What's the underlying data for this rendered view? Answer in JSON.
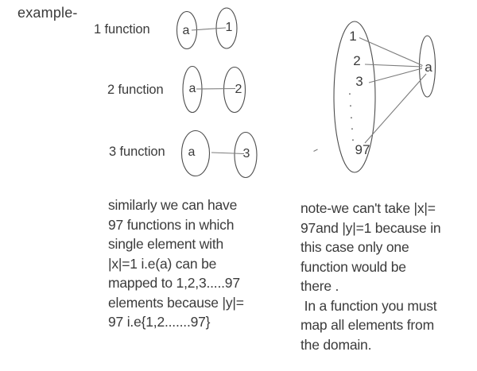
{
  "page": {
    "title": "example-"
  },
  "examples": [
    {
      "label": "1 function",
      "domain_element": "a",
      "codomain_element": "1"
    },
    {
      "label": "2 function",
      "domain_element": "a",
      "codomain_element": "2"
    },
    {
      "label": "3 function",
      "domain_element": "a",
      "codomain_element": "3"
    }
  ],
  "mapping": {
    "domain_items": [
      "1",
      "2",
      "3"
    ],
    "dots": [
      "·",
      "·",
      "·",
      "·",
      "·"
    ],
    "last_item": "97",
    "codomain_item": "a"
  },
  "notes": {
    "left": {
      "lines": [
        "similarly we can have",
        "97 functions in which",
        "single element with",
        "|x|=1 i.e(a) can be",
        "mapped to 1,2,3.....97",
        "elements because |y|=",
        "97 i.e{1,2.......97}"
      ]
    },
    "right": {
      "lines": [
        "note-we can't take |x|=",
        "97and |y|=1 because in",
        "this case only one",
        "function would be",
        "there .",
        " In a function you must",
        "map all elements from",
        "the domain."
      ]
    }
  },
  "colors": {
    "ink": "#3b3b3b",
    "outline": "#4d4d4d",
    "connector": "#7d7d7d",
    "background": "#ffffff"
  }
}
